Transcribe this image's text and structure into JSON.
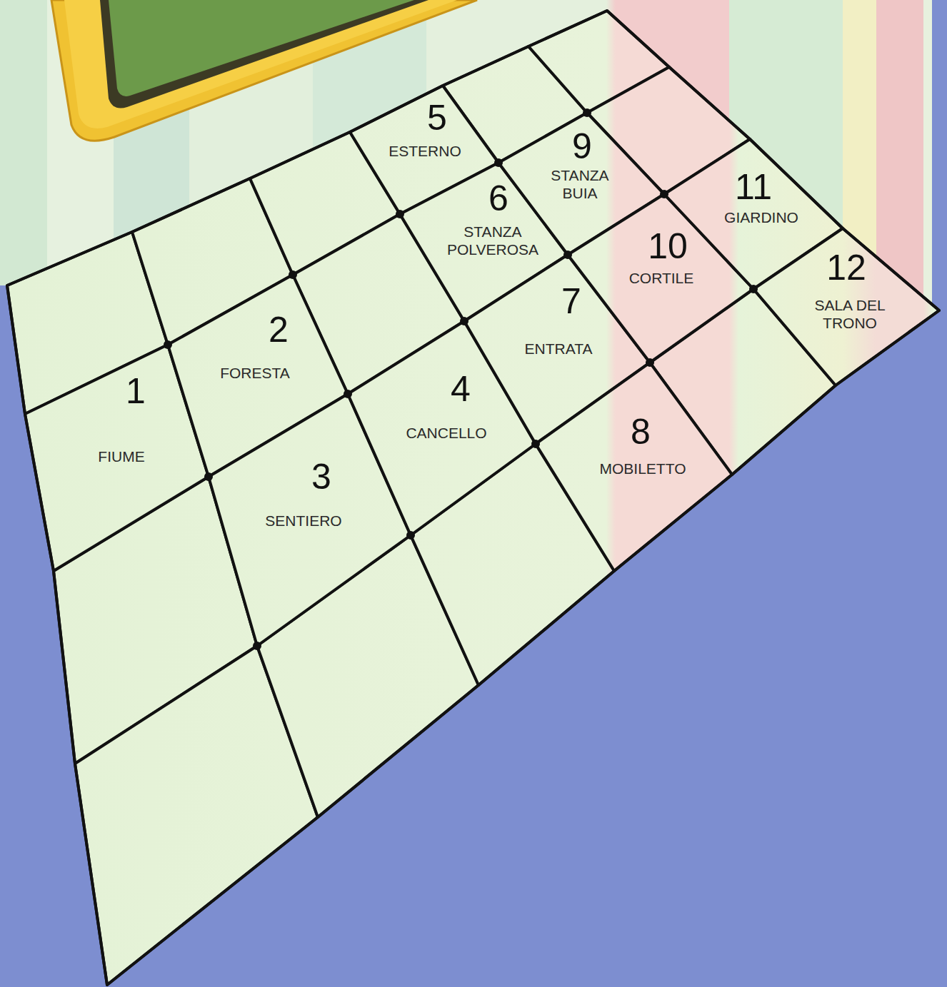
{
  "diagram": {
    "nodes": [
      {
        "text": [
          "1",
          "FIUME"
        ]
      },
      {
        "text": [
          "2",
          "FORESTA"
        ]
      },
      {
        "text": [
          "3",
          "SENTIERO"
        ]
      },
      {
        "text": [
          "4",
          "CANCELLO"
        ]
      },
      {
        "text": [
          "5",
          "ESTERNO"
        ]
      },
      {
        "text": [
          "6",
          "STANZA POLVEROSA"
        ]
      },
      {
        "text": [
          "7",
          "ENTRATA"
        ]
      },
      {
        "text": [
          "8",
          "MOBILETTO"
        ]
      },
      {
        "text": [
          "9",
          "STANZA BUIA"
        ]
      },
      {
        "text": [
          "10",
          "CORTILE"
        ]
      },
      {
        "text": [
          "11",
          "GIARDINO"
        ]
      },
      {
        "text": [
          "12",
          "SALA DEL TRONO"
        ]
      }
    ]
  }
}
